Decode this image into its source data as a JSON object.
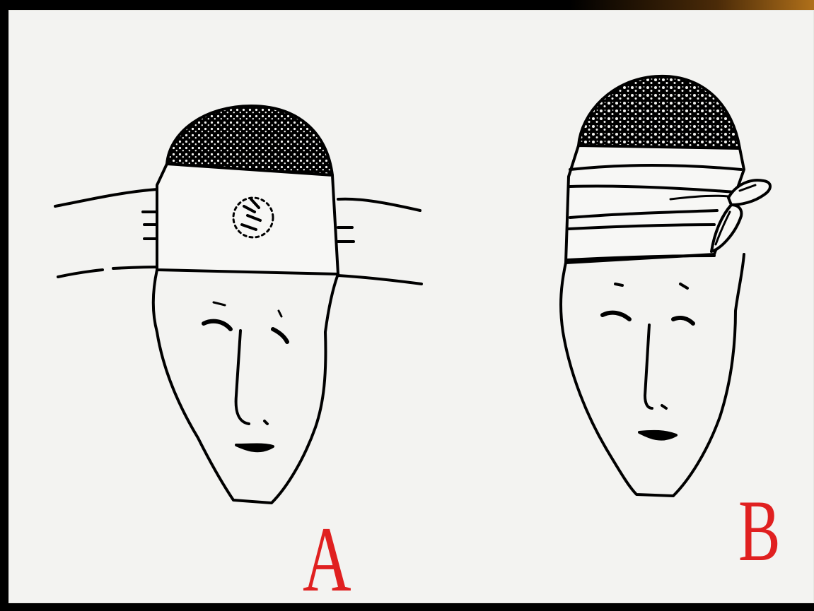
{
  "figures": [
    {
      "id": "A",
      "label": "A"
    },
    {
      "id": "B",
      "label": "B"
    }
  ],
  "colors": {
    "frame": "#000000",
    "paper": "#f3f3f1",
    "ink": "#000000",
    "label": "#e02020",
    "corner_accent": "#b0701a"
  }
}
